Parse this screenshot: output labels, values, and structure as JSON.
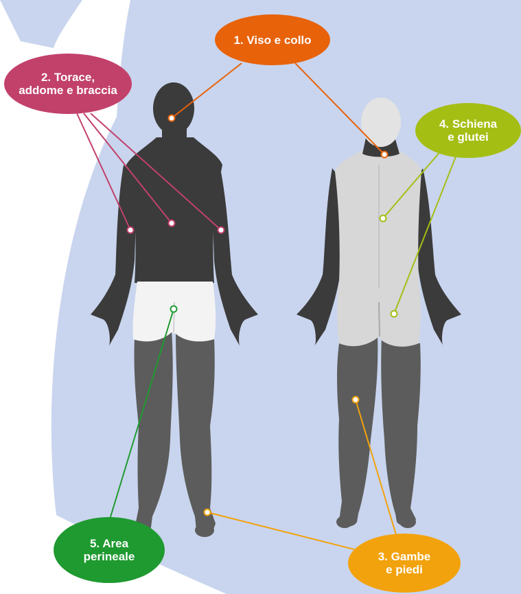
{
  "colors": {
    "background_shape": "#c9d5ee",
    "face_neck": "#e8620a",
    "torso_arms": "#c2416b",
    "legs_feet": "#f2a20c",
    "back_glutes": "#a5be13",
    "perineal": "#1f9a30",
    "figure_dark": "#3b3b3b",
    "figure_mid": "#5c5c5c",
    "figure_light": "#d7d7d7"
  },
  "labels": {
    "face_neck": {
      "line1": "1. Viso e collo",
      "line2": ""
    },
    "torso_arms": {
      "line1": "2. Torace,",
      "line2": "addome e braccia"
    },
    "legs_feet": {
      "line1": "3. Gambe",
      "line2": "e piedi"
    },
    "back_glutes": {
      "line1": "4. Schiena",
      "line2": "e glutei"
    },
    "perineal": {
      "line1": "5. Area",
      "line2": "perineale"
    }
  }
}
